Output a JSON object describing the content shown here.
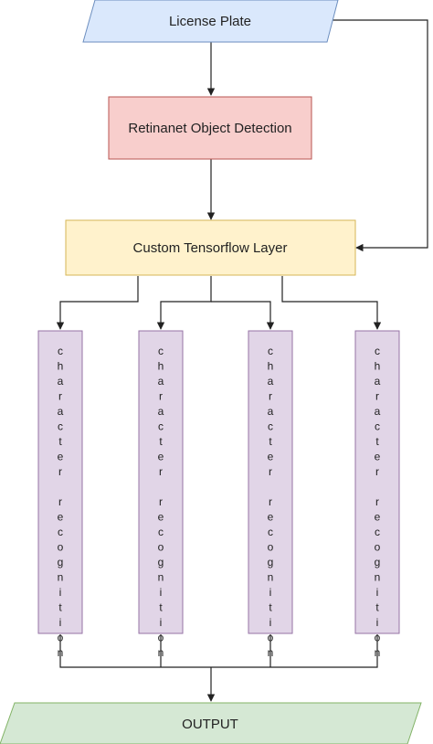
{
  "nodes": {
    "input": {
      "label": "License Plate",
      "fill": "#dae8fc",
      "stroke": "#6c8ebf"
    },
    "detection": {
      "label": "Retinanet Object Detection",
      "fill": "#f8cecc",
      "stroke": "#b85450"
    },
    "layer": {
      "label": "Custom Tensorflow Layer",
      "fill": "#fff2cc",
      "stroke": "#d6b656"
    },
    "recognizers": [
      {
        "label": "character recognition"
      },
      {
        "label": "character recognition"
      },
      {
        "label": "character recognition"
      },
      {
        "label": "character recognition"
      }
    ],
    "recognizer_fill": "#e1d5e7",
    "recognizer_stroke": "#9673a6",
    "output": {
      "label": "OUTPUT",
      "fill": "#d5e8d4",
      "stroke": "#82b366"
    }
  },
  "edge_color": "#222222"
}
